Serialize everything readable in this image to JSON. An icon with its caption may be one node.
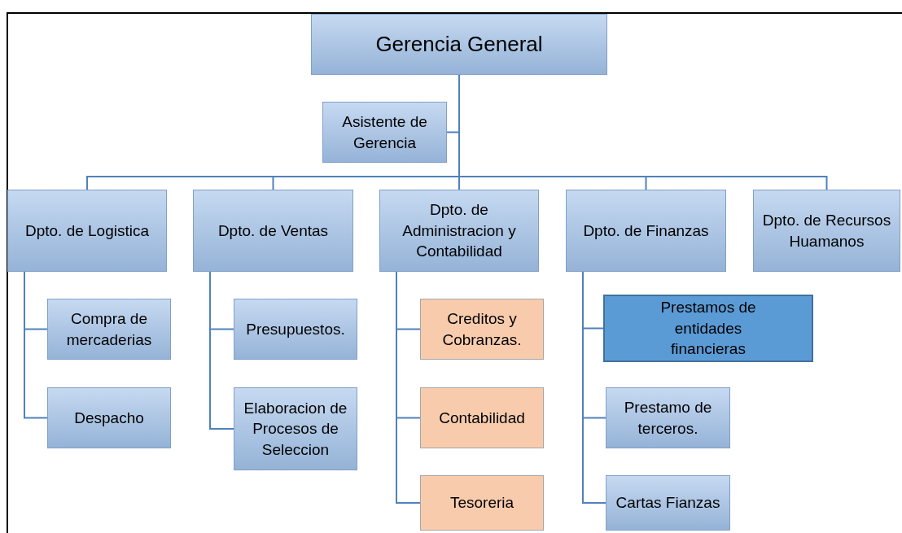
{
  "diagram": {
    "nodes": [
      {
        "text": [
          "Gerencia General"
        ]
      },
      {
        "text": [
          "Asistente de Gerencia"
        ]
      },
      {
        "text": [
          "Dpto. de Logistica"
        ]
      },
      {
        "text": [
          "Dpto. de Ventas"
        ]
      },
      {
        "text": [
          "Dpto. de Administracion y Contabilidad"
        ]
      },
      {
        "text": [
          "Dpto. de Finanzas"
        ]
      },
      {
        "text": [
          "Dpto. de Recursos Huamanos"
        ]
      },
      {
        "text": [
          "Compra de mercaderias"
        ]
      },
      {
        "text": [
          "Despacho"
        ]
      },
      {
        "text": [
          "Presupuestos."
        ]
      },
      {
        "text": [
          "Elaboracion de Procesos de Seleccion"
        ]
      },
      {
        "text": [
          "Creditos y Cobranzas."
        ]
      },
      {
        "text": [
          "Contabilidad"
        ]
      },
      {
        "text": [
          "Tesoreria"
        ]
      },
      {
        "text": [
          "Prestamos de entidades financieras"
        ]
      },
      {
        "text": [
          "Prestamo de terceros."
        ]
      },
      {
        "text": [
          "Cartas Fianzas"
        ]
      }
    ],
    "edges": [
      {
        "from": 0,
        "to": 1,
        "arrow": "none"
      },
      {
        "from": 0,
        "to": 2,
        "arrow": "none"
      },
      {
        "from": 0,
        "to": 3,
        "arrow": "none"
      },
      {
        "from": 0,
        "to": 4,
        "arrow": "none"
      },
      {
        "from": 0,
        "to": 5,
        "arrow": "none"
      },
      {
        "from": 0,
        "to": 6,
        "arrow": "none"
      },
      {
        "from": 2,
        "to": 7,
        "arrow": "none"
      },
      {
        "from": 2,
        "to": 8,
        "arrow": "none"
      },
      {
        "from": 3,
        "to": 9,
        "arrow": "none"
      },
      {
        "from": 3,
        "to": 10,
        "arrow": "none"
      },
      {
        "from": 4,
        "to": 11,
        "arrow": "none"
      },
      {
        "from": 4,
        "to": 12,
        "arrow": "none"
      },
      {
        "from": 4,
        "to": 13,
        "arrow": "none"
      },
      {
        "from": 5,
        "to": 14,
        "arrow": "none"
      },
      {
        "from": 5,
        "to": 15,
        "arrow": "none"
      },
      {
        "from": 5,
        "to": 16,
        "arrow": "none"
      }
    ]
  }
}
